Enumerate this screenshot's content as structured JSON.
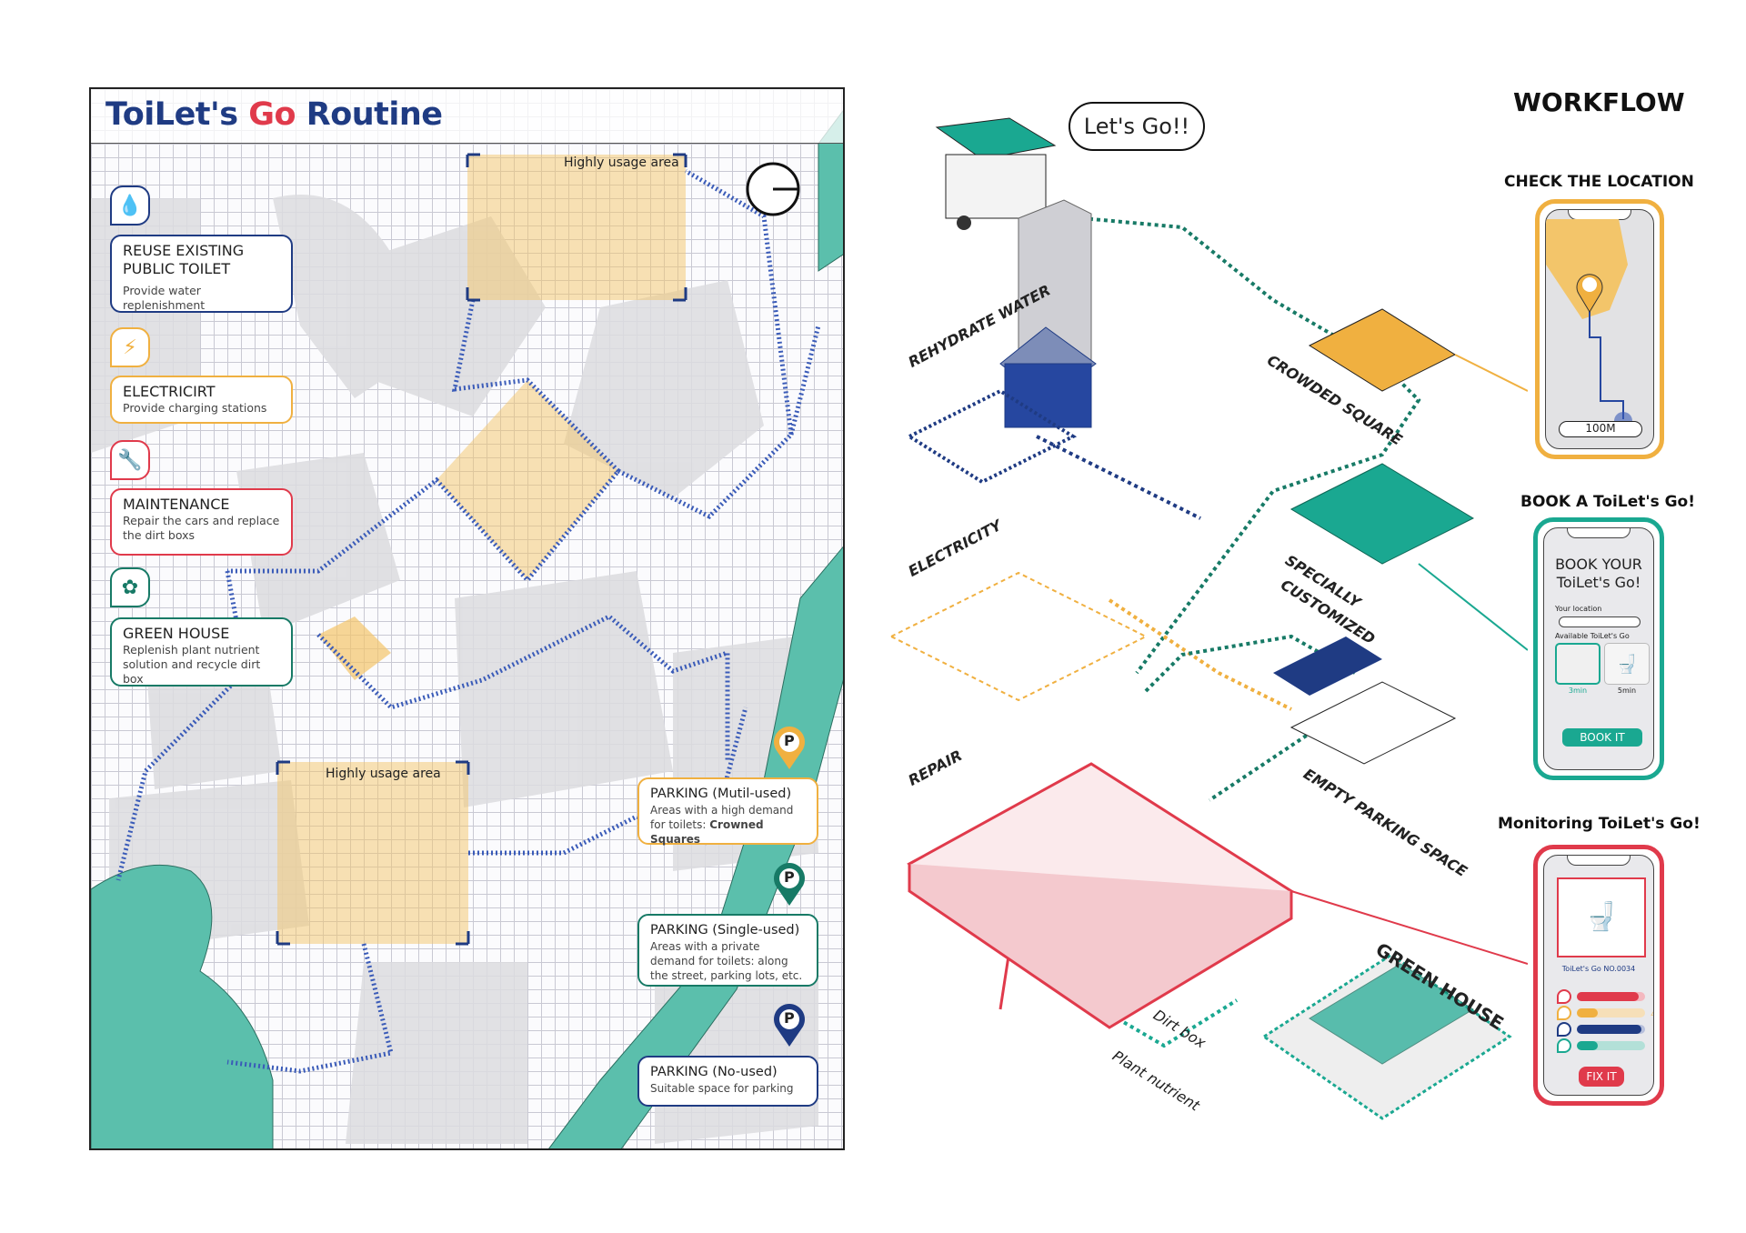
{
  "map": {
    "title_part1": "ToiLet's ",
    "title_go": "Go",
    "title_part2": " Routine",
    "area_labels": [
      "Highly usage area",
      "Highly usage area"
    ],
    "legend": [
      {
        "icon": "water-drop-icon",
        "title": "REUSE EXISTING PUBLIC TOILET",
        "desc": "Provide water replenishment",
        "color": "#1f3b83"
      },
      {
        "icon": "lightning-icon",
        "title": "ELECTRICIRT",
        "desc": "Provide charging stations",
        "color": "#f0b040"
      },
      {
        "icon": "wrench-icon",
        "title": "MAINTENANCE",
        "desc": "Repair the cars and replace the dirt boxs",
        "color": "#e03a4b"
      },
      {
        "icon": "green-house-icon",
        "title": "GREEN HOUSE",
        "desc": "Replenish plant nutrient solution and recycle dirt box",
        "color": "#177a66"
      }
    ],
    "parking": [
      {
        "title": "PARKING (Mutil-used)",
        "desc": "Areas with a high demand for toilets: ",
        "desc_bold": "Crowned Squares",
        "color": "#f0b040"
      },
      {
        "title": "PARKING (Single-used)",
        "desc": "Areas with a private demand for toilets: along the street, parking lots, etc.",
        "color": "#177a66"
      },
      {
        "title": "PARKING (No-used)",
        "desc": "Suitable space for parking",
        "color": "#1f3b83"
      }
    ],
    "pin_letter": "P"
  },
  "workflow": {
    "title": "WORKFLOW",
    "bubble": "Let's Go!!",
    "labels": {
      "rehydrate": "REHYDRATE WATER",
      "electricity": "ELECTRICITY",
      "repair": "REPAIR",
      "crowded": "CROWDED SQUARE",
      "specially": "SPECIALLY",
      "customized": "CUSTOMIZED",
      "empty": "EMPTY PARKING SPACE",
      "greenhouse": "GREEN HOUSE",
      "dirtbox": "Dirt box",
      "nutrient": "Plant nutrient"
    },
    "check": {
      "heading": "CHECK THE LOCATION",
      "distance": "100M",
      "color": "#f0b040"
    },
    "book": {
      "heading": "BOOK A ToiLet's Go!",
      "title_line1": "BOOK YOUR",
      "title_line2": "ToiLet's Go!",
      "location_label": "Your location",
      "location_value": "",
      "available_label": "Available ToiLet's Go",
      "options": [
        "3min",
        "5min"
      ],
      "button": "BOOK IT",
      "color": "#1aa891"
    },
    "monitor": {
      "heading": "Monitoring ToiLet's Go!",
      "unit": "ToiLet's Go NO.0034",
      "bars": [
        {
          "name": "water",
          "value": 0.9,
          "color": "#e03a4b",
          "track": "#f4b8bf"
        },
        {
          "name": "electricity",
          "value": 0.3,
          "color": "#f0b040",
          "track": "#f6dfb8",
          "warning": true
        },
        {
          "name": "maintenance",
          "value": 0.95,
          "color": "#1f3b83",
          "track": "#b7c0dc"
        },
        {
          "name": "green-house",
          "value": 0.3,
          "color": "#1aa891",
          "track": "#b3e0d8"
        }
      ],
      "button": "FIX IT",
      "color": "#e03a4b"
    }
  }
}
